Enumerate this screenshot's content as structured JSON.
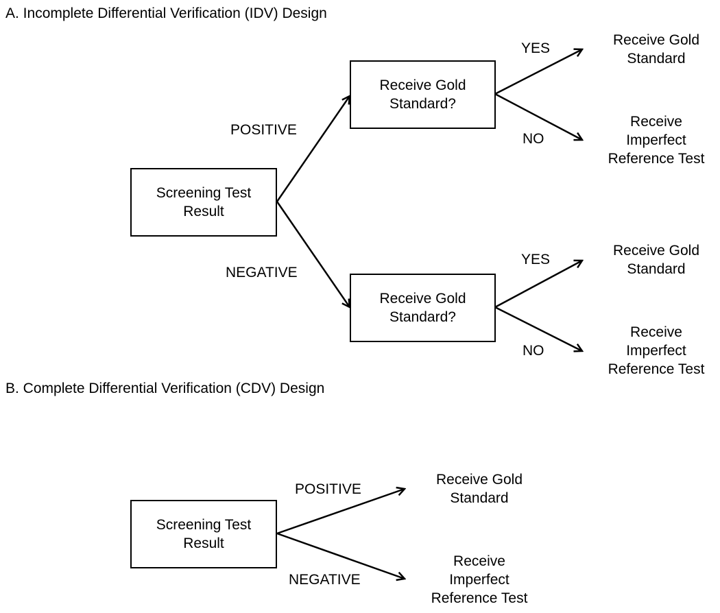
{
  "section_a": {
    "heading": "A.  Incomplete Differential Verification (IDV) Design",
    "screening_box": [
      "Screening Test",
      "Result"
    ],
    "branch_positive": "POSITIVE",
    "branch_negative": "NEGATIVE",
    "decision_top": [
      "Receive Gold",
      "Standard?"
    ],
    "decision_bottom": [
      "Receive Gold",
      "Standard?"
    ],
    "top_yes": "YES",
    "top_no": "NO",
    "bottom_yes": "YES",
    "bottom_no": "NO",
    "top_yes_outcome": [
      "Receive Gold",
      "Standard"
    ],
    "top_no_outcome": [
      "Receive",
      "Imperfect",
      "Reference Test"
    ],
    "bottom_yes_outcome": [
      "Receive Gold",
      "Standard"
    ],
    "bottom_no_outcome": [
      "Receive",
      "Imperfect",
      "Reference Test"
    ]
  },
  "section_b": {
    "heading": "B.  Complete Differential Verification (CDV) Design",
    "screening_box": [
      "Screening Test",
      "Result"
    ],
    "branch_positive": "POSITIVE",
    "branch_negative": "NEGATIVE",
    "positive_outcome": [
      "Receive Gold",
      "Standard"
    ],
    "negative_outcome": [
      "Receive",
      "Imperfect",
      "Reference Test"
    ]
  }
}
